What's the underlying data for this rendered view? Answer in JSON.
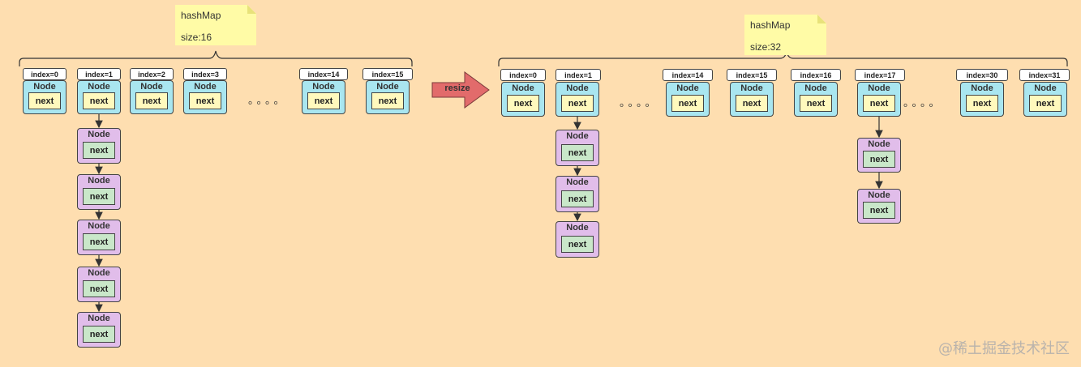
{
  "left_map": {
    "note": {
      "title": "hashMap",
      "size_label": "size:16"
    },
    "buckets": [
      {
        "index_label": "index=0",
        "node_label": "Node",
        "next_label": "next",
        "chain": []
      },
      {
        "index_label": "index=1",
        "node_label": "Node",
        "next_label": "next",
        "chain": [
          {
            "node_label": "Node",
            "next_label": "next"
          },
          {
            "node_label": "Node",
            "next_label": "next"
          },
          {
            "node_label": "Node",
            "next_label": "next"
          },
          {
            "node_label": "Node",
            "next_label": "next"
          },
          {
            "node_label": "Node",
            "next_label": "next"
          }
        ]
      },
      {
        "index_label": "index=2",
        "node_label": "Node",
        "next_label": "next",
        "chain": []
      },
      {
        "index_label": "index=3",
        "node_label": "Node",
        "next_label": "next",
        "chain": []
      },
      {
        "index_label": "index=14",
        "node_label": "Node",
        "next_label": "next",
        "chain": []
      },
      {
        "index_label": "index=15",
        "node_label": "Node",
        "next_label": "next",
        "chain": []
      }
    ],
    "ellipsis": "。。。。"
  },
  "resize_arrow": {
    "label": "resize",
    "color": "#E26B6B"
  },
  "right_map": {
    "note": {
      "title": "hashMap",
      "size_label": "size:32"
    },
    "buckets": [
      {
        "index_label": "index=0",
        "node_label": "Node",
        "next_label": "next",
        "chain": []
      },
      {
        "index_label": "index=1",
        "node_label": "Node",
        "next_label": "next",
        "chain": [
          {
            "node_label": "Node",
            "next_label": "next"
          },
          {
            "node_label": "Node",
            "next_label": "next"
          },
          {
            "node_label": "Node",
            "next_label": "next"
          }
        ]
      },
      {
        "index_label": "index=14",
        "node_label": "Node",
        "next_label": "next",
        "chain": []
      },
      {
        "index_label": "index=15",
        "node_label": "Node",
        "next_label": "next",
        "chain": []
      },
      {
        "index_label": "index=16",
        "node_label": "Node",
        "next_label": "next",
        "chain": []
      },
      {
        "index_label": "index=17",
        "node_label": "Node",
        "next_label": "next",
        "chain": [
          {
            "node_label": "Node",
            "next_label": "next"
          },
          {
            "node_label": "Node",
            "next_label": "next"
          }
        ]
      },
      {
        "index_label": "index=30",
        "node_label": "Node",
        "next_label": "next",
        "chain": []
      },
      {
        "index_label": "index=31",
        "node_label": "Node",
        "next_label": "next",
        "chain": []
      }
    ],
    "ellipsis_a": "。。。。",
    "ellipsis_b": "。。。。"
  },
  "colors": {
    "background": "#FEDEB0",
    "bucket_node": "#A9E6F0",
    "bucket_next": "#FFF9BD",
    "chain_node": "#E1BDEA",
    "chain_next": "#C9E7C9",
    "note": "#FFFBA6"
  },
  "watermark": "@稀土掘金技术社区"
}
